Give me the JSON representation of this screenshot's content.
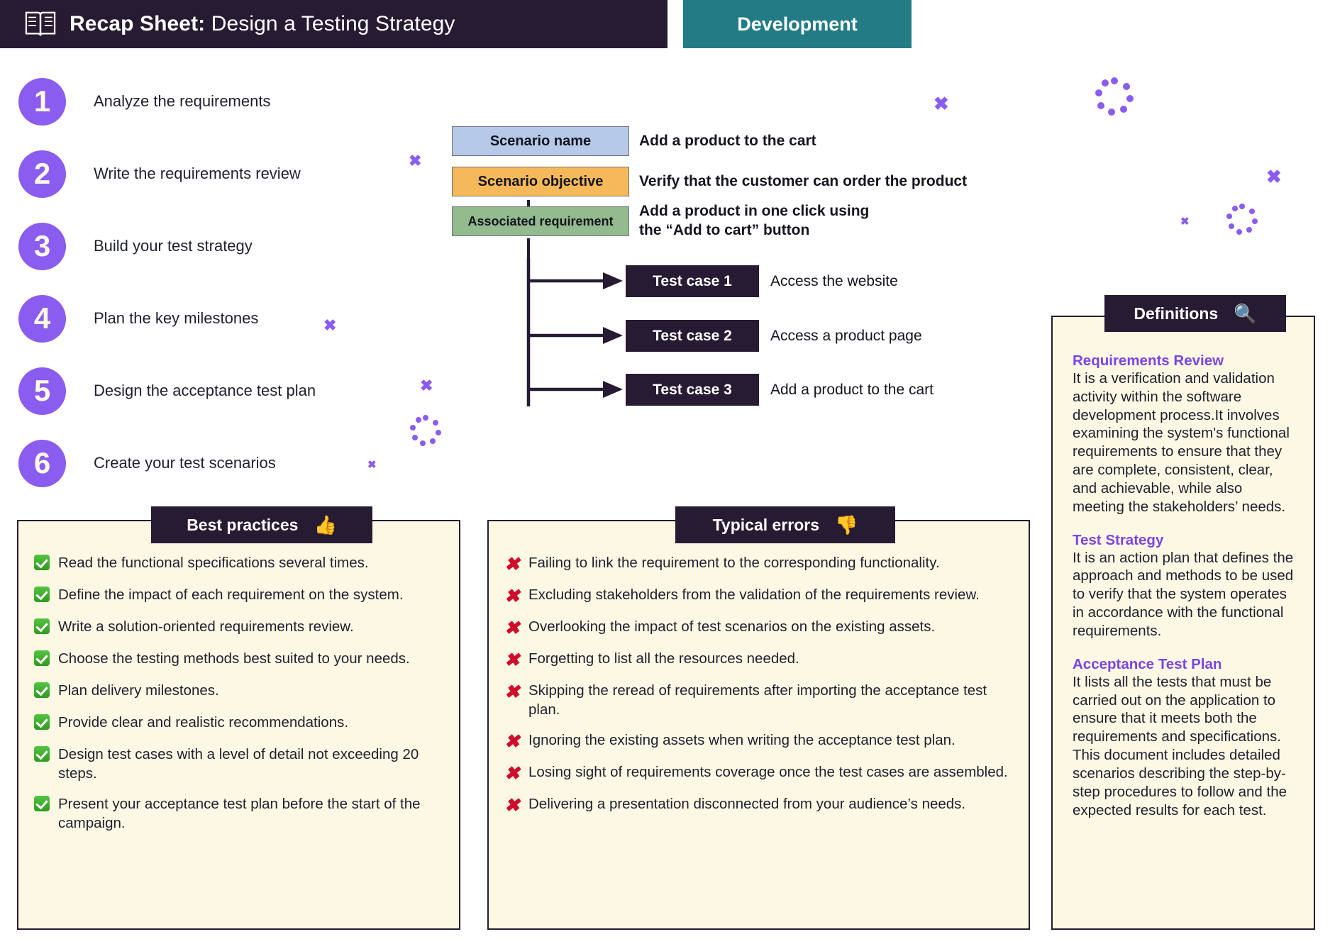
{
  "header": {
    "title_bold": "Recap Sheet:",
    "title_light": " Design a Testing Strategy",
    "book_icon": "open-book-icon",
    "phase_tag": "Development"
  },
  "steps": [
    {
      "num": "1",
      "label": "Analyze the requirements"
    },
    {
      "num": "2",
      "label": "Write the requirements review"
    },
    {
      "num": "3",
      "label": "Build your test strategy"
    },
    {
      "num": "4",
      "label": "Plan the key milestones"
    },
    {
      "num": "5",
      "label": "Design the acceptance test plan"
    },
    {
      "num": "6",
      "label": "Create your test scenarios"
    }
  ],
  "diagram": {
    "rows": [
      {
        "box": "Scenario name",
        "text": "Add a product to the cart"
      },
      {
        "box": "Scenario objective",
        "text": "Verify that the customer can order the product"
      },
      {
        "box": "Associated requirement",
        "text": "Add a product in one click using\nthe “Add to cart” button"
      }
    ],
    "test_cases": [
      {
        "box": "Test case 1",
        "text": "Access the website"
      },
      {
        "box": "Test case 2",
        "text": "Access a product page"
      },
      {
        "box": "Test case 3",
        "text": "Add a product to the cart"
      }
    ]
  },
  "best_practices": {
    "tab_label": "Best practices",
    "tab_emoji": "👍",
    "items": [
      "Read the functional specifications several times.",
      "Define the impact of each requirement on the system.",
      "Write a solution-oriented requirements review.",
      "Choose the testing methods best suited to your needs.",
      "Plan delivery milestones.",
      "Provide clear and realistic recommendations.",
      "Design test cases with a level of detail not exceeding 20 steps.",
      "Present your acceptance test plan before the start of the campaign."
    ]
  },
  "typical_errors": {
    "tab_label": "Typical errors",
    "tab_emoji": "👎",
    "items": [
      "Failing to link the requirement to the corresponding functionality.",
      "Excluding stakeholders from the validation of the requirements review.",
      "Overlooking the impact of test scenarios on the existing assets.",
      "Forgetting to list all the resources needed.",
      "Skipping the reread of requirements after importing the acceptance test plan.",
      "Ignoring the existing assets when writing the acceptance test plan.",
      "Losing sight of requirements coverage once the test cases are assembled.",
      "Delivering a presentation disconnected from your audience’s needs."
    ]
  },
  "definitions": {
    "tab_label": "Definitions",
    "tab_emoji": "🔍",
    "entries": [
      {
        "term": "Requirements Review",
        "text": "It is a verification and validation activity within the software development process.It involves examining the system's functional requirements to ensure that they are complete, consistent, clear, and achievable, while also meeting the stakeholders’ needs."
      },
      {
        "term": "Test Strategy",
        "text": "It is an action plan that defines the approach and methods to be used to verify that the system operates in accordance with the functional requirements."
      },
      {
        "term": "Acceptance Test Plan",
        "text": "It lists all the tests that must be carried out on the application to ensure that it meets both the requirements and specifications.\nThis document includes detailed scenarios describing the step-by-step procedures to follow and the expected results for each test."
      }
    ]
  },
  "colors": {
    "dark": "#271b33",
    "teal": "#227b85",
    "purple": "#8b5cf0",
    "cream": "#fcf8e3",
    "term_purple": "#7b44e8",
    "scenario_name_bg": "#b6c9e8",
    "scenario_objective_bg": "#f5b959",
    "associated_requirement_bg": "#93bb8e",
    "check_green": "#2f9a20",
    "x_red": "#cf0b2b"
  }
}
